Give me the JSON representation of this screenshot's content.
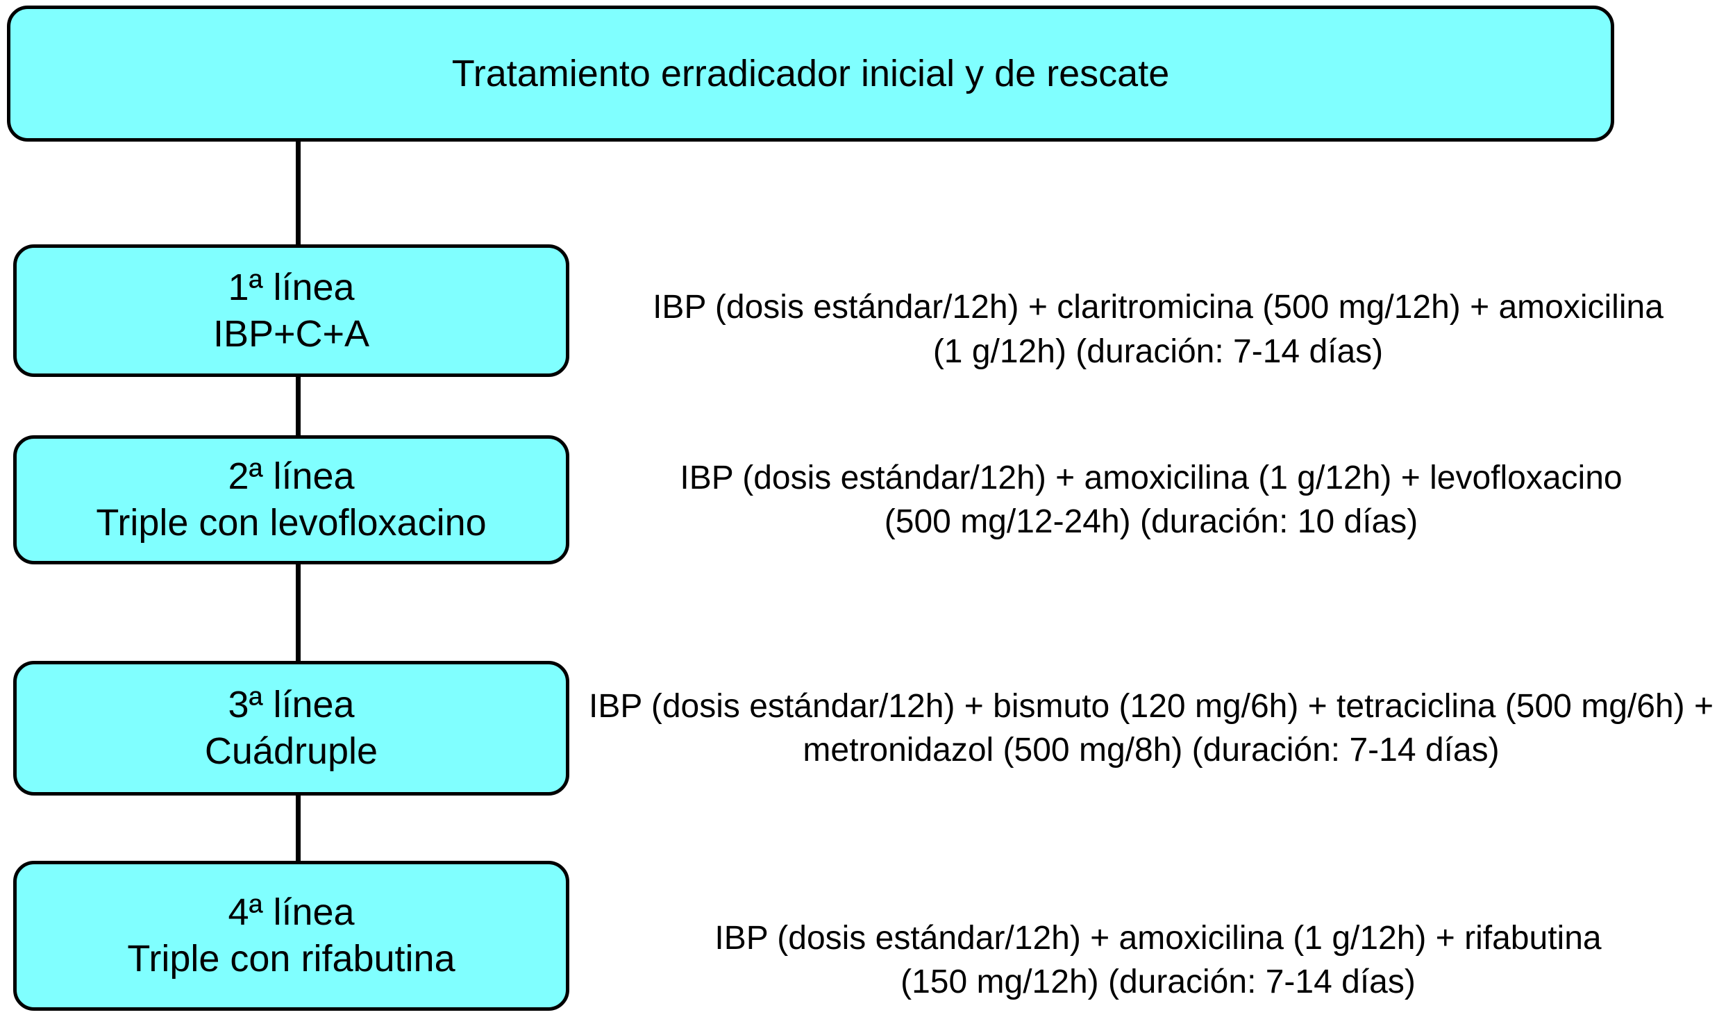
{
  "title_box": {
    "text": "Tratamiento erradicador inicial y de rescate"
  },
  "colors": {
    "box_fill": "#80FFFF",
    "box_border": "#000000",
    "page_background": "#FFFFFF",
    "text": "#000000"
  },
  "rows": [
    {
      "label_line1": "1ª línea",
      "label_line2": "IBP+C+A",
      "desc_line1": "IBP (dosis estándar/12h) + claritromicina (500 mg/12h) + amoxicilina",
      "desc_line2": "(1 g/12h) (duración: 7-14 días)"
    },
    {
      "label_line1": "2ª línea",
      "label_line2": "Triple con levofloxacino",
      "desc_line1": "IBP (dosis estándar/12h) + amoxicilina (1 g/12h) + levofloxacino",
      "desc_line2": "(500 mg/12-24h) (duración: 10 días)"
    },
    {
      "label_line1": "3ª línea",
      "label_line2": "Cuádruple",
      "desc_line1": "IBP (dosis estándar/12h) + bismuto (120 mg/6h) + tetraciclina (500 mg/6h) +",
      "desc_line2": "metronidazol (500 mg/8h) (duración: 7-14 días)"
    },
    {
      "label_line1": "4ª línea",
      "label_line2": "Triple con rifabutina",
      "desc_line1": "IBP (dosis estándar/12h) + amoxicilina (1 g/12h) + rifabutina",
      "desc_line2": "(150 mg/12h) (duración: 7-14 días)"
    }
  ]
}
